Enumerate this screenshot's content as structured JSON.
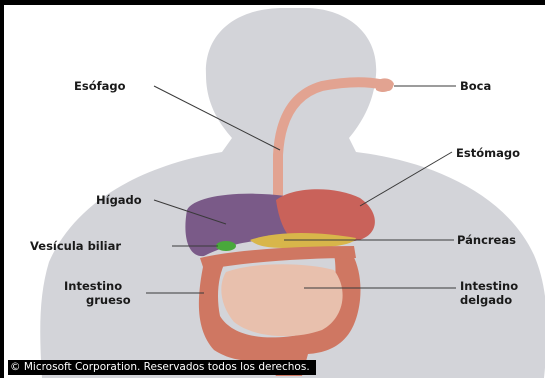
{
  "labels": {
    "esofago": "Esófago",
    "boca": "Boca",
    "estomago": "Estómago",
    "higado": "Hígado",
    "vesicula": "Vesícula biliar",
    "pancreas": "Páncreas",
    "intestino_grueso_l1": "Intestino",
    "intestino_grueso_l2": "grueso",
    "intestino_delgado_l1": "Intestino",
    "intestino_delgado_l2": "delgado"
  },
  "copyright": "© Microsoft Corporation. Reservados todos los derechos.",
  "colors": {
    "body": "#d3d4d9",
    "liver": "#7a5a88",
    "stomach": "#c9625a",
    "esophagus": "#e2a391",
    "gallbladder": "#49a83b",
    "pancreas": "#d8b64a",
    "small_intestine": "#e8c0ad",
    "large_intestine": "#cf7762"
  }
}
